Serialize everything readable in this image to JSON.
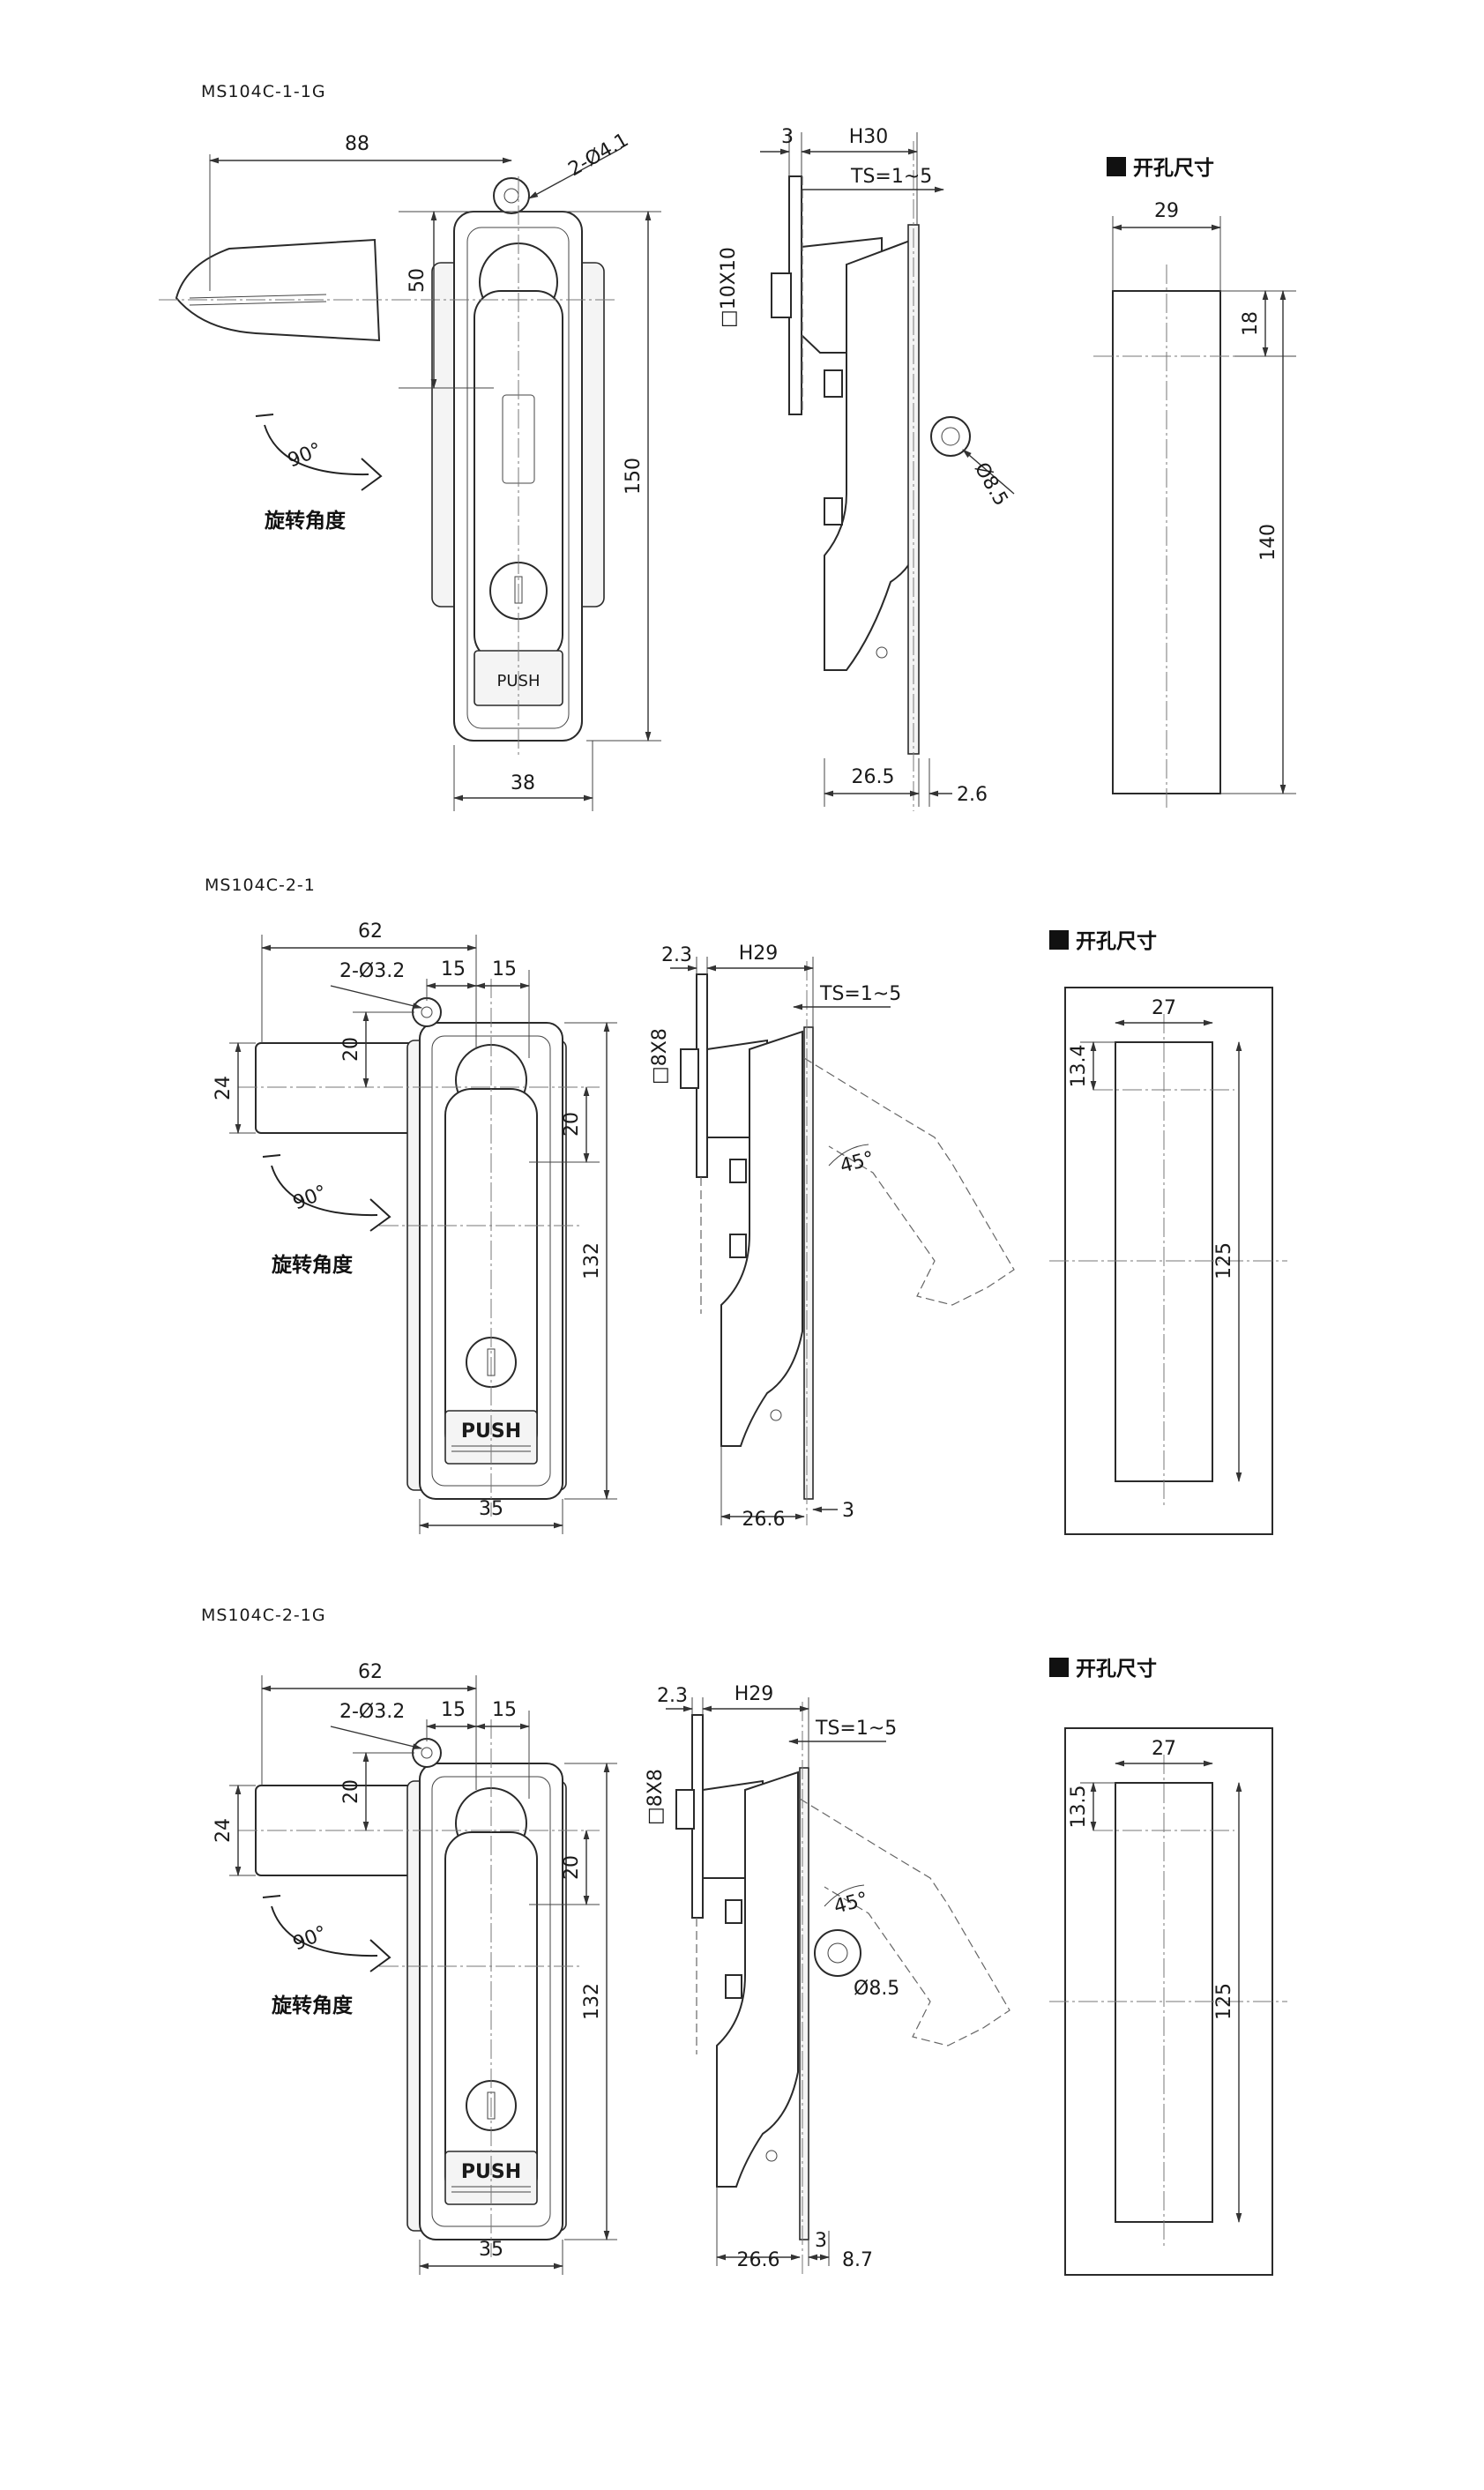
{
  "sections": [
    {
      "model": "MS104C-1-1G",
      "front": {
        "w_total": "88",
        "holes": "2-Ø4.1",
        "h_upper": "50",
        "height": "150",
        "width": "38",
        "rotation": "90°",
        "rotation_label": "旋转角度",
        "push": "PUSH"
      },
      "side": {
        "d1": "3",
        "d2": "H30",
        "ts": "TS=1~5",
        "square": "□10X10",
        "hole": "Ø8.5",
        "b1": "26.5",
        "b2": "2.6"
      },
      "cutout": {
        "title": "开孔尺寸",
        "w": "29",
        "top": "18",
        "h": "140"
      }
    },
    {
      "model": "MS104C-2-1",
      "front": {
        "w_total": "62",
        "holes": "2-Ø3.2",
        "o1": "15",
        "o2": "15",
        "v1": "20",
        "v2": "24",
        "v3": "20",
        "height": "132",
        "width": "35",
        "rotation": "90°",
        "rotation_label": "旋转角度",
        "push": "PUSH"
      },
      "side": {
        "d1": "2.3",
        "d2": "H29",
        "ts": "TS=1~5",
        "square": "□8X8",
        "angle": "45°",
        "b1": "26.6",
        "b2": "3"
      },
      "cutout": {
        "title": "开孔尺寸",
        "w": "27",
        "top": "13.4",
        "h": "125"
      }
    },
    {
      "model": "MS104C-2-1G",
      "front": {
        "w_total": "62",
        "holes": "2-Ø3.2",
        "o1": "15",
        "o2": "15",
        "v1": "20",
        "v2": "24",
        "v3": "20",
        "height": "132",
        "width": "35",
        "rotation": "90°",
        "rotation_label": "旋转角度",
        "push": "PUSH"
      },
      "side": {
        "d1": "2.3",
        "d2": "H29",
        "ts": "TS=1~5",
        "square": "□8X8",
        "angle": "45°",
        "hole": "Ø8.5",
        "b1": "26.6",
        "b2": "3",
        "b3": "8.7"
      },
      "cutout": {
        "title": "开孔尺寸",
        "w": "27",
        "top": "13.5",
        "h": "125"
      }
    }
  ]
}
